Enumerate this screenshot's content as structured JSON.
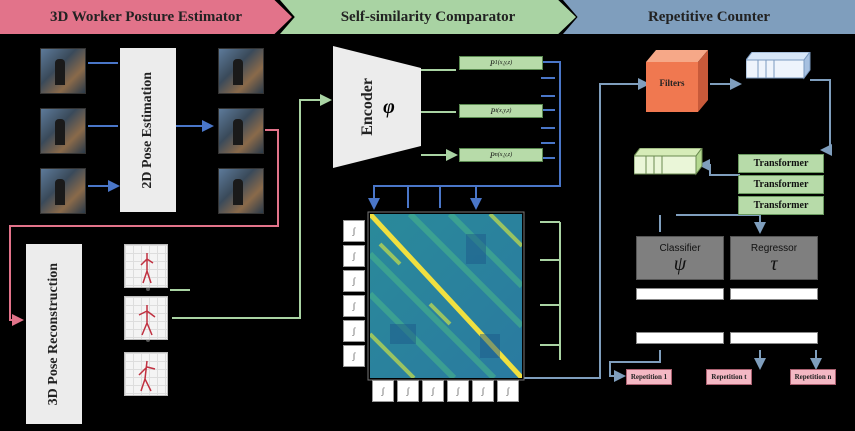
{
  "banners": {
    "left": "3D Worker Posture Estimator",
    "middle": "Self-similarity Comparator",
    "right": "Repetitive Counter"
  },
  "modules": {
    "pose2d": "2D Pose Estimation",
    "pose3d": "3D Pose Reconstruction",
    "encoder_label": "Encoder",
    "encoder_symbol": "φ"
  },
  "pose_vectors": [
    {
      "base": "P",
      "sub": "1(x,y,z)"
    },
    {
      "base": "P",
      "sub": "t(x,y,z)"
    },
    {
      "base": "P",
      "sub": "n(x,y,z)"
    }
  ],
  "counter": {
    "filters": "Filters",
    "transformers": [
      "Transformer",
      "Transformer",
      "Transformer"
    ],
    "classifier": {
      "label": "Classifier",
      "symbol": "ψ"
    },
    "regressor": {
      "label": "Regressor",
      "symbol": "τ"
    },
    "repetitions": [
      "Repetition 1",
      "Repetition t",
      "Repetition n"
    ]
  },
  "colors": {
    "pink": "#e2738a",
    "green": "#a9d3a3",
    "blue_grey": "#7f9ebd",
    "arrow_blue": "#4a76c8",
    "filters_orange": "#f07850"
  }
}
